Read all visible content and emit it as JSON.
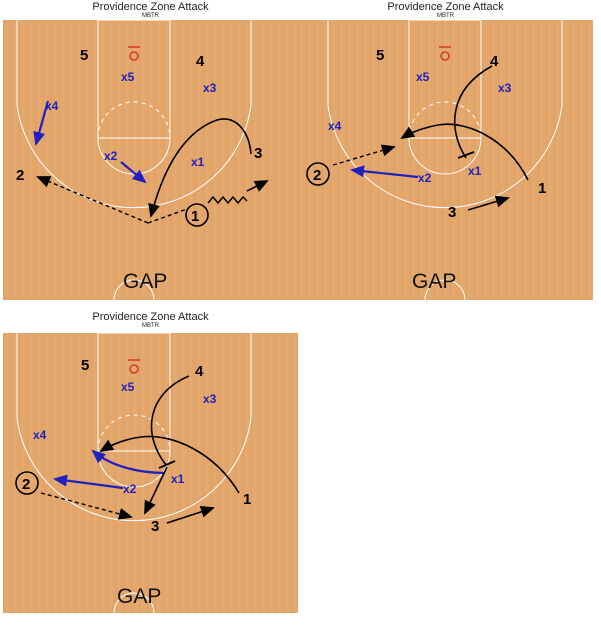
{
  "panels": [
    {
      "title": "Providence Zone Attack",
      "subtitle": "MBTR",
      "gap_label": "GAP",
      "offense": [
        {
          "label": "5",
          "circled": false
        },
        {
          "label": "4",
          "circled": false
        },
        {
          "label": "3",
          "circled": false
        },
        {
          "label": "2",
          "circled": false
        },
        {
          "label": "1",
          "circled": true
        }
      ],
      "defense": [
        {
          "label": "x5"
        },
        {
          "label": "x3"
        },
        {
          "label": "x4"
        },
        {
          "label": "x2"
        },
        {
          "label": "x1"
        }
      ]
    },
    {
      "title": "Providence Zone Attack",
      "subtitle": "MBTR",
      "gap_label": "GAP",
      "offense": [
        {
          "label": "5",
          "circled": false
        },
        {
          "label": "4",
          "circled": false
        },
        {
          "label": "2",
          "circled": true
        },
        {
          "label": "1",
          "circled": false
        },
        {
          "label": "3",
          "circled": false
        }
      ],
      "defense": [
        {
          "label": "x5"
        },
        {
          "label": "x3"
        },
        {
          "label": "x4"
        },
        {
          "label": "x2"
        },
        {
          "label": "x1"
        }
      ]
    },
    {
      "title": "Providence Zone Attack",
      "subtitle": "MBTR",
      "gap_label": "GAP",
      "offense": [
        {
          "label": "5",
          "circled": false
        },
        {
          "label": "4",
          "circled": false
        },
        {
          "label": "2",
          "circled": true
        },
        {
          "label": "1",
          "circled": false
        },
        {
          "label": "3",
          "circled": false
        }
      ],
      "defense": [
        {
          "label": "x5"
        },
        {
          "label": "x3"
        },
        {
          "label": "x4"
        },
        {
          "label": "x2"
        },
        {
          "label": "x1"
        }
      ]
    }
  ],
  "colors": {
    "court_wood": "#e3a66b",
    "court_line": "#ffffff",
    "rim": "#d23a2a",
    "offense": "#000000",
    "defense": "#2020c0"
  }
}
